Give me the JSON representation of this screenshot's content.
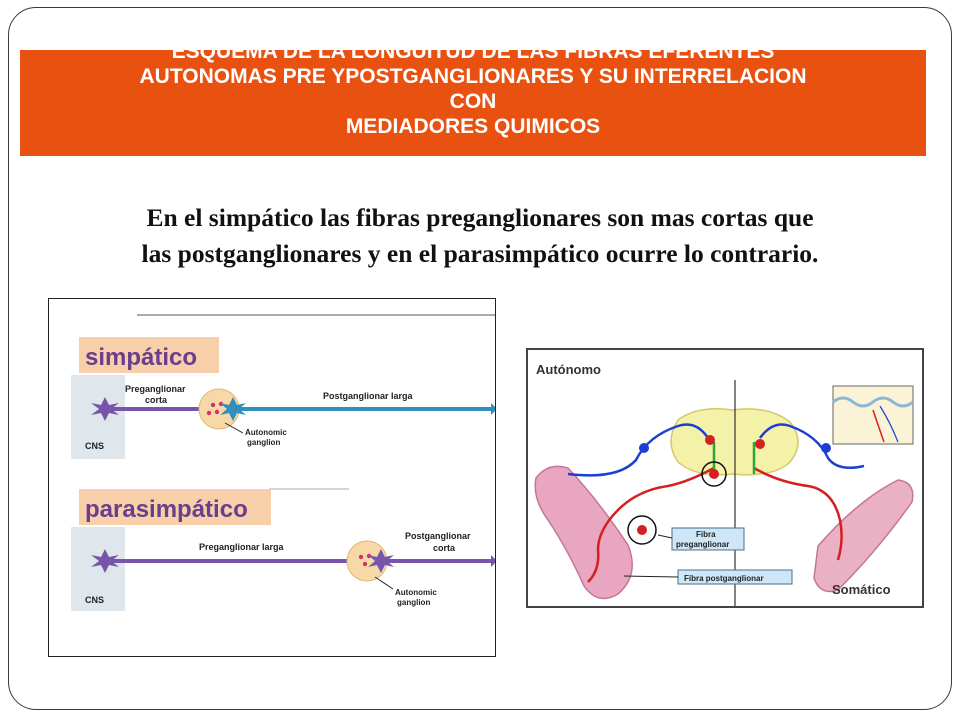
{
  "title": {
    "lines": [
      "ESQUEMA DE LA LONGUITUD DE LAS FIBRAS EFERENTES",
      "AUTONOMAS PRE YPOSTGANGLIONARES Y SU INTERRELACION",
      "CON",
      "MEDIADORES QUIMICOS"
    ]
  },
  "subtitle": {
    "line1": "En el simpático las fibras preganglionares son mas cortas que",
    "line2": "las postganglionares y en el parasimpático ocurre lo contrario."
  },
  "left_diagram": {
    "sympathetic": {
      "heading": "simpático",
      "cns": "CNS",
      "pre_label_1": "Preganglionar",
      "pre_label_2": "corta",
      "post_label": "Postganglionar larga",
      "ganglion_label_1": "Autonomic",
      "ganglion_label_2": "ganglion"
    },
    "parasympathetic": {
      "heading": "parasimpático",
      "cns": "CNS",
      "pre_label": "Preganglionar larga",
      "post_label_1": "Postganglionar",
      "post_label_2": "corta",
      "ganglion_label_1": "Autonomic",
      "ganglion_label_2": "ganglion"
    }
  },
  "right_diagram": {
    "autonomic_label": "Autónomo",
    "somatic_label": "Somático",
    "pre_fiber_label_1": "Fibra",
    "pre_fiber_label_2": "preganglionar",
    "post_fiber_label": "Fibra postganglionar"
  },
  "colors": {
    "title_bg": "#e8510f",
    "heading_bg": "#f7cfa8",
    "heading_text": "#6a3d8f",
    "nerve_purple": "#7755aa",
    "nerve_blue": "#2f8fbf",
    "fiber_red": "#d42020",
    "fiber_blue": "#1b3fd0",
    "label_box": "#cfe6f7"
  }
}
